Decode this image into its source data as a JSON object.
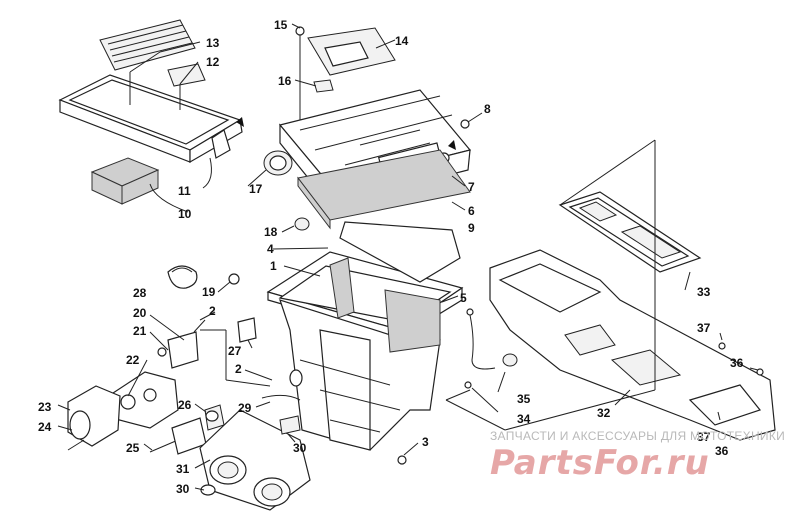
{
  "callouts": {
    "n1": "1",
    "n2a": "2",
    "n2b": "2",
    "n3": "3",
    "n4": "4",
    "n5": "5",
    "n6": "6",
    "n7": "7",
    "n8": "8",
    "n9": "9",
    "n10": "10",
    "n11": "11",
    "n12": "12",
    "n13": "13",
    "n14": "14",
    "n15": "15",
    "n16": "16",
    "n17": "17",
    "n18": "18",
    "n19": "19",
    "n20": "20",
    "n21": "21",
    "n22": "22",
    "n23": "23",
    "n24": "24",
    "n25": "25",
    "n26": "26",
    "n27": "27",
    "n28": "28",
    "n29": "29",
    "n30a": "30",
    "n30b": "30",
    "n31": "31",
    "n32": "32",
    "n33": "33",
    "n34": "34",
    "n35": "35",
    "n36a": "36",
    "n36b": "36",
    "n37a": "37",
    "n37b": "37"
  },
  "watermark": {
    "caption": "ЗАПЧАСТИ И АКСЕССУАРЫ ДЛЯ МОТОТЕХНИКИ",
    "logo": "PartsFor.ru"
  },
  "colors": {
    "line": "#222222",
    "watermark_text": "#b9b9b9",
    "watermark_logo": "#e6a7a7",
    "background": "#ffffff"
  }
}
